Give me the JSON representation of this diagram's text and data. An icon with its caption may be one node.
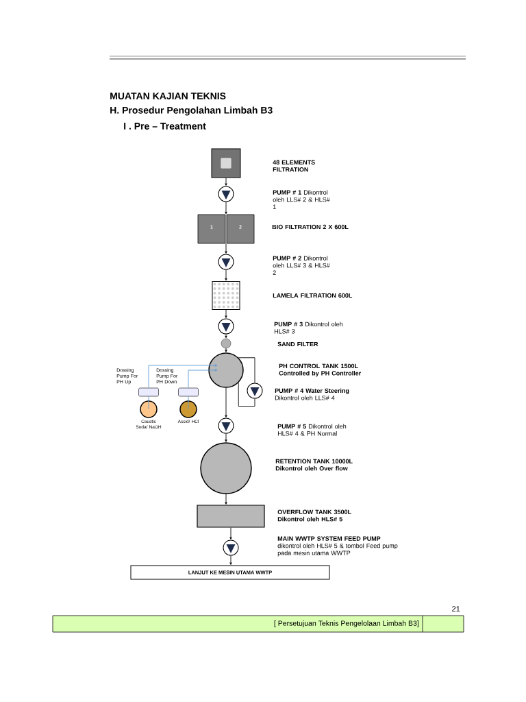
{
  "diagram": {
    "nodes": [
      {
        "text": [],
        "shape": "box"
      },
      {
        "text": [],
        "shape": "circle"
      },
      {
        "text": [
          "1",
          "2"
        ]
      },
      {
        "text": [],
        "shape": "circle"
      },
      {
        "text": [],
        "shape": "box"
      },
      {
        "text": [],
        "shape": "circle"
      },
      {
        "text": [],
        "shape": "circle"
      },
      {
        "text": [],
        "shape": "circle"
      },
      {
        "text": [],
        "shape": "circle"
      },
      {
        "text": [
          "Dossing Pump For PH Up"
        ]
      },
      {
        "text": [
          "Dossing Pump For PH Down"
        ]
      },
      {
        "text": [],
        "shape": "circle",
        "beside": [
          "Caustic Soda/ NaOH"
        ]
      },
      {
        "text": [],
        "shape": "circle",
        "beside": [
          "Accid/ HCl"
        ]
      },
      {
        "text": [],
        "shape": "circle"
      },
      {
        "text": [],
        "shape": "circle"
      },
      {
        "text": [],
        "shape": "box"
      },
      {
        "text": [],
        "shape": "circle"
      },
      {
        "text": [
          "LANJUT KE MESIN UTAMA WWTP"
        ]
      }
    ],
    "edges": [
      {
        "from": 0,
        "to": 1,
        "arrow": "to"
      },
      {
        "from": 1,
        "to": 2,
        "arrow": "to"
      },
      {
        "from": 2,
        "to": 3,
        "arrow": "to"
      },
      {
        "from": 3,
        "to": 4,
        "arrow": "to"
      },
      {
        "from": 4,
        "to": 5,
        "arrow": "to"
      },
      {
        "from": 5,
        "to": 6,
        "arrow": "to"
      },
      {
        "from": 6,
        "to": 7,
        "arrow": "to"
      },
      {
        "from": 7,
        "to": 8,
        "arrow": "none"
      },
      {
        "from": 8,
        "to": 7,
        "arrow": "none"
      },
      {
        "from": 11,
        "to": 9,
        "arrow": "none",
        "color": "#5b9bd5"
      },
      {
        "from": 9,
        "to": 7,
        "arrow": "to",
        "color": "#5b9bd5"
      },
      {
        "from": 12,
        "to": 10,
        "arrow": "none",
        "color": "#5b9bd5"
      },
      {
        "from": 10,
        "to": 7,
        "arrow": "to",
        "color": "#5b9bd5"
      },
      {
        "from": 7,
        "to": 13,
        "arrow": "to"
      },
      {
        "from": 13,
        "to": 14,
        "arrow": "to"
      },
      {
        "from": 14,
        "to": 15,
        "arrow": "to"
      },
      {
        "from": 15,
        "to": 16,
        "arrow": "to"
      },
      {
        "from": 16,
        "to": 17,
        "arrow": "to"
      }
    ],
    "labels": [
      "MUATAN KAJIAN TEKNIS",
      "H. Prosedur Pengolahan Limbah B3",
      "I . Pre – Treatment",
      "48 ELEMENTS FILTRATION",
      "**PUMP # 1** Dikontrol oleh LLS# 2 & HLS# 1",
      "BIO FILTRATION 2 X 600L",
      "**PUMP # 2** Dikontrol oleh LLS# 3 & HLS# 2",
      "LAMELA FILTRATION 600L",
      "**PUMP # 3** Dikontrol oleh HLS# 3",
      "SAND FILTER",
      "PH CONTROL TANK 1500L Controlled by PH Controller",
      "**PUMP # 4 Water Steering** Dikontrol oleh LLS# 4",
      "**PUMP # 5** Dikontrol oleh HLS# 4 & PH  Normal",
      "RETENTION TANK 10000L Dikontrol oleh Over flow",
      "OVERFLOW TANK 3500L Dikontrol oleh HLS# 5",
      "**MAIN WWTP SYSTEM FEED PUMP** dikontrol oleh HLS# 5 & tombol Feed pump pada mesin utama WWTP",
      "21",
      "[ Persetujuan Teknis Pengelolaan Limbah B3]"
    ]
  }
}
